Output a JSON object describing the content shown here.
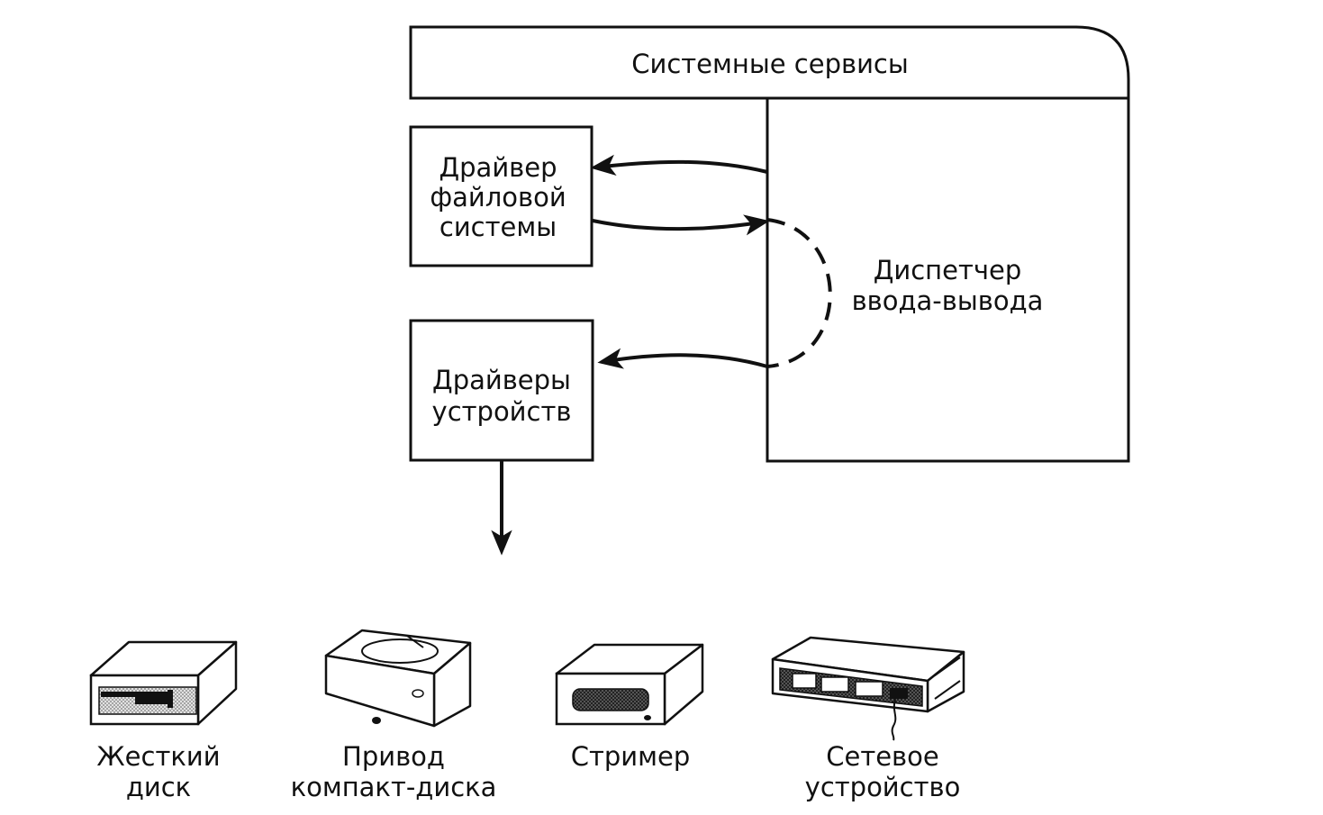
{
  "system_services": {
    "label": "Системные сервисы"
  },
  "io_manager": {
    "line1": "Диспетчер",
    "line2": "ввода-вывода"
  },
  "fs_driver": {
    "line1": "Драйвер",
    "line2": "файловой",
    "line3": "системы"
  },
  "device_drivers": {
    "line1": "Драйверы",
    "line2": "устройств"
  },
  "devices": [
    {
      "line1": "Жесткий",
      "line2": "диск",
      "icon": "hard-disk-icon"
    },
    {
      "line1": "Привод",
      "line2": "компакт-диска",
      "icon": "cd-drive-icon"
    },
    {
      "line1": "Стример",
      "line2": "",
      "icon": "tape-streamer-icon"
    },
    {
      "line1": "Сетевое",
      "line2": "устройство",
      "icon": "network-device-icon"
    }
  ]
}
